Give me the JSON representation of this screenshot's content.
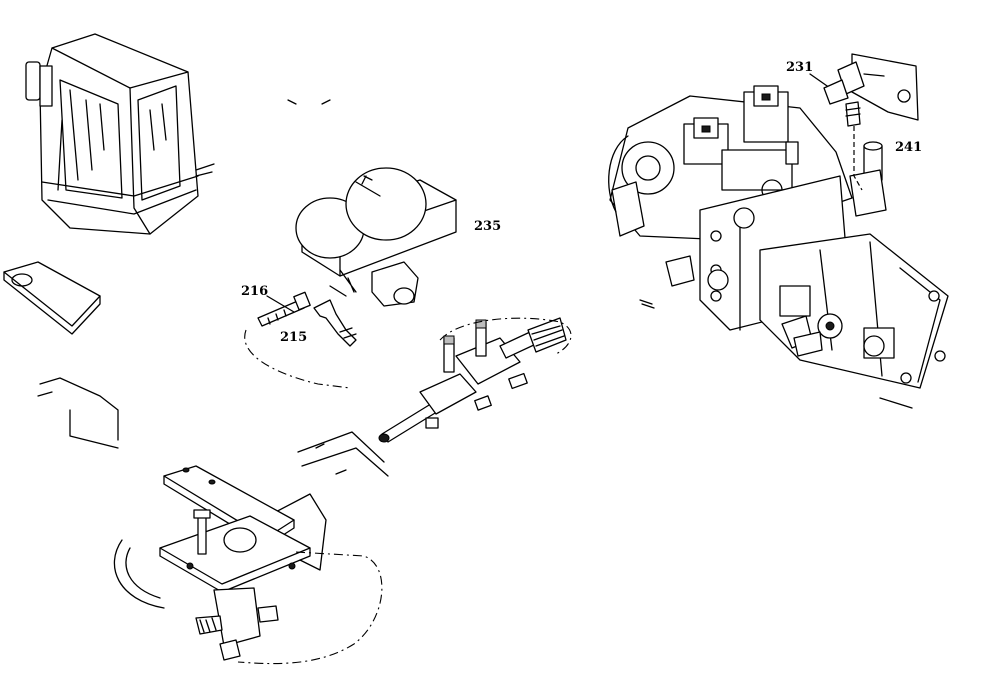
{
  "diagram": {
    "callouts": [
      {
        "id": "216",
        "text": "216"
      },
      {
        "id": "215",
        "text": "215"
      },
      {
        "id": "235",
        "text": "235"
      },
      {
        "id": "231",
        "text": "231"
      },
      {
        "id": "241",
        "text": "241"
      }
    ]
  }
}
